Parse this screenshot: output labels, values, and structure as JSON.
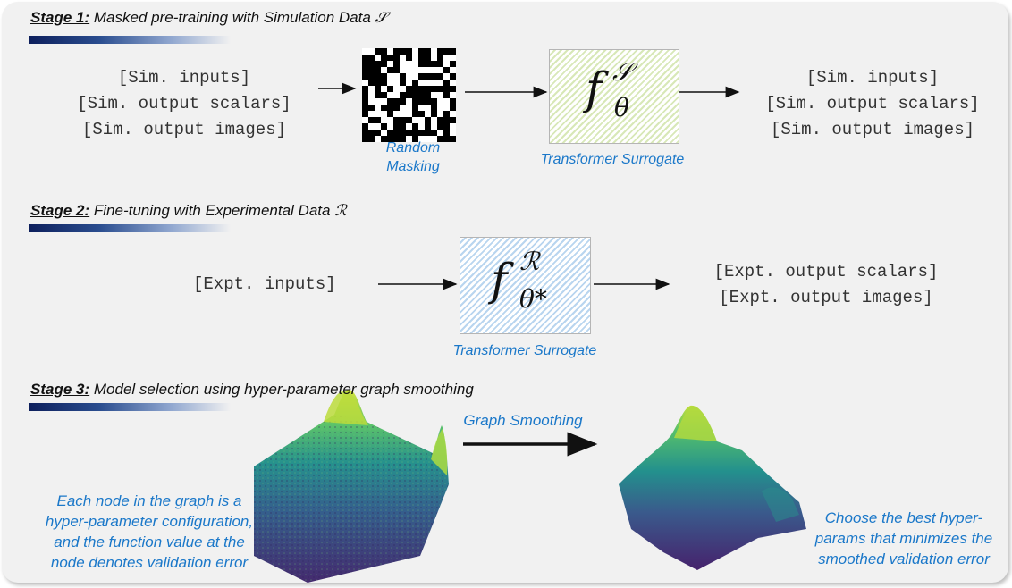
{
  "stage1": {
    "label": "Stage 1:",
    "title": "Masked pre-training with Simulation Data",
    "symbol": "𝒮",
    "inputs": [
      "[Sim. inputs]",
      "[Sim. output scalars]",
      "[Sim. output images]"
    ],
    "masking_caption_1": "Random",
    "masking_caption_2": "Masking",
    "model_base": "f",
    "model_sup": "𝒮",
    "model_sub": "θ",
    "model_caption": "Transformer Surrogate",
    "outputs": [
      "[Sim. inputs]",
      "[Sim. output scalars]",
      "[Sim. output images]"
    ]
  },
  "stage2": {
    "label": "Stage 2:",
    "title": "Fine-tuning with Experimental Data",
    "symbol": "ℛ",
    "input": "[Expt. inputs]",
    "model_base": "f",
    "model_sup": "ℛ",
    "model_sub": "θ*",
    "model_caption": "Transformer Surrogate",
    "outputs": [
      "[Expt. output scalars]",
      "[Expt. output images]"
    ]
  },
  "stage3": {
    "label": "Stage 3:",
    "title": "Model selection using hyper-parameter graph smoothing",
    "arrow_label": "Graph Smoothing",
    "left_note": [
      "Each node in the graph is a",
      "hyper-parameter configuration,",
      "and the function value at the",
      "node denotes validation error"
    ],
    "right_note": [
      "Choose the best hyper-",
      "params that minimizes the",
      "smoothed validation error"
    ]
  }
}
